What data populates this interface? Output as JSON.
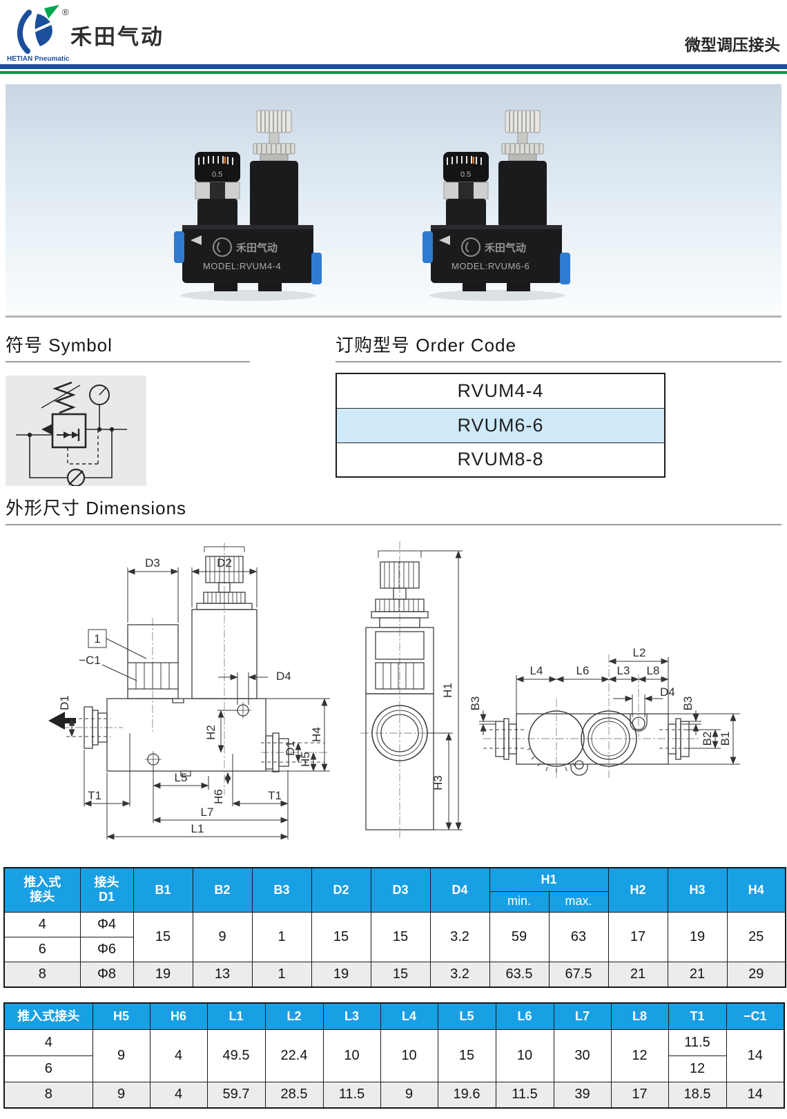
{
  "header": {
    "brand_cn": "禾田气动",
    "brand_en": "HETIAN Pneumatic",
    "registered": "®",
    "page_title": "微型调压接头"
  },
  "photo": {
    "products": [
      {
        "brand": "禾田气动",
        "model": "MODEL:RVUM4-4",
        "gauge": "0.5"
      },
      {
        "brand": "禾田气动",
        "model": "MODEL:RVUM6-6",
        "gauge": "0.5"
      }
    ]
  },
  "symbol_section": {
    "title": "符号 Symbol"
  },
  "order_section": {
    "title": "订购型号 Order Code",
    "codes": [
      "RVUM4-4",
      "RVUM6-6",
      "RVUM8-8"
    ],
    "highlighted_code": "RVUM6-6"
  },
  "dimensions_section": {
    "title": "外形尺寸 Dimensions"
  },
  "drawing": {
    "d1": "D1",
    "d2": "D2",
    "d3": "D3",
    "d4": "D4",
    "h1": "H1",
    "h2": "H2",
    "h3": "H3",
    "h4": "H4",
    "h5": "H5",
    "h6": "H6",
    "l1": "L1",
    "l2": "L2",
    "l3": "L3",
    "l4": "L4",
    "l5": "L5",
    "l6": "L6",
    "l7": "L7",
    "l8": "L8",
    "t1": "T1",
    "b1": "B1",
    "b2": "B2",
    "b3": "B3",
    "balloon_1": "1",
    "wrench_c1": "−C1"
  },
  "table1": {
    "headers": [
      "推入式\n接头",
      "接头\nD1",
      "B1",
      "B2",
      "B3",
      "D2",
      "D3",
      "D4",
      "H1",
      "H2",
      "H3",
      "H4"
    ],
    "h1_sub": [
      "min.",
      "max."
    ],
    "rows46": {
      "labels": [
        "4",
        "Φ4",
        "6",
        "Φ6"
      ],
      "merged": [
        "15",
        "9",
        "1",
        "15",
        "15",
        "3.2",
        "59",
        "63",
        "17",
        "19",
        "25"
      ]
    },
    "row8": [
      "8",
      "Φ8",
      "19",
      "13",
      "1",
      "19",
      "15",
      "3.2",
      "63.5",
      "67.5",
      "21",
      "21",
      "29"
    ]
  },
  "table2": {
    "headers": [
      "推入式接头",
      "H5",
      "H6",
      "L1",
      "L2",
      "L3",
      "L4",
      "L5",
      "L6",
      "L7",
      "L8",
      "T1",
      "−C1"
    ],
    "rows46": {
      "labels": [
        "4",
        "6"
      ],
      "merged": [
        "9",
        "4",
        "49.5",
        "22.4",
        "10",
        "10",
        "15",
        "10",
        "30",
        "12"
      ],
      "t1": [
        "11.5",
        "12"
      ],
      "c1": "14"
    },
    "row8": [
      "8",
      "9",
      "4",
      "59.7",
      "28.5",
      "11.5",
      "9",
      "19.6",
      "11.5",
      "39",
      "17",
      "18.5",
      "14"
    ]
  },
  "colors": {
    "table_header_blue": "#199fe3",
    "order_highlight": "#cfe9f9",
    "header_line_blue": "#1d4f9e",
    "header_line_green": "#009a44",
    "fitting_blue": "#2f7bd0"
  }
}
